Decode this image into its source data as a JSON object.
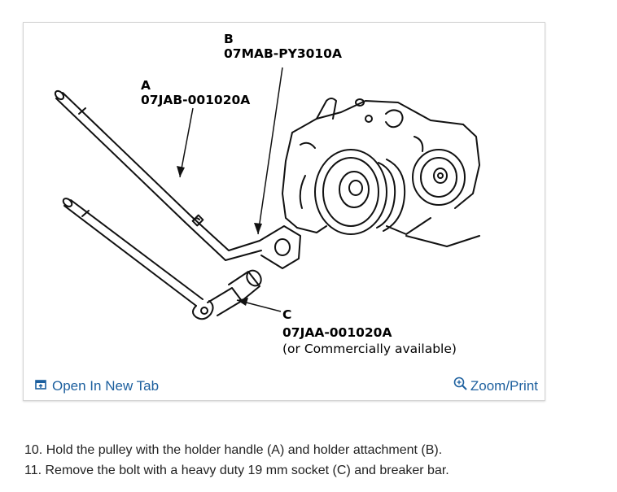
{
  "figure": {
    "labels": {
      "b_letter": "B",
      "b_part": "07MAB-PY3010A",
      "a_letter": "A",
      "a_part": "07JAB-001020A",
      "c_letter": "C",
      "c_part": "07JAA-001020A",
      "c_note": "(or Commercially available)"
    },
    "footer": {
      "open_label": "Open In New Tab",
      "open_icon": "open-new-tab-icon",
      "zoom_label": "Zoom/Print",
      "zoom_icon": "zoom-magnifier-icon",
      "link_color": "#1c5f9e"
    }
  },
  "steps": [
    "10. Hold the pulley with the holder handle (A) and holder attachment (B).",
    "11. Remove the bolt with a heavy duty 19 mm socket (C) and breaker bar."
  ]
}
